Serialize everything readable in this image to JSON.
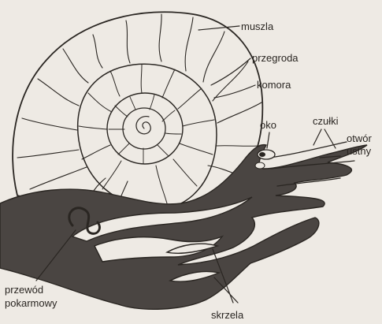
{
  "labels": {
    "shell": "muszla",
    "septum": "przegroda",
    "chamber": "komora",
    "eye": "oko",
    "tentacles": "czułki",
    "mouth_line1": "otwór",
    "mouth_line2": "ustny",
    "gut_line1": "przewód",
    "gut_line2": "pokarmowy",
    "gills": "skrzela"
  },
  "colors": {
    "paper": "#eeeae4",
    "ink": "#2a2622",
    "body": "#4a4542"
  }
}
